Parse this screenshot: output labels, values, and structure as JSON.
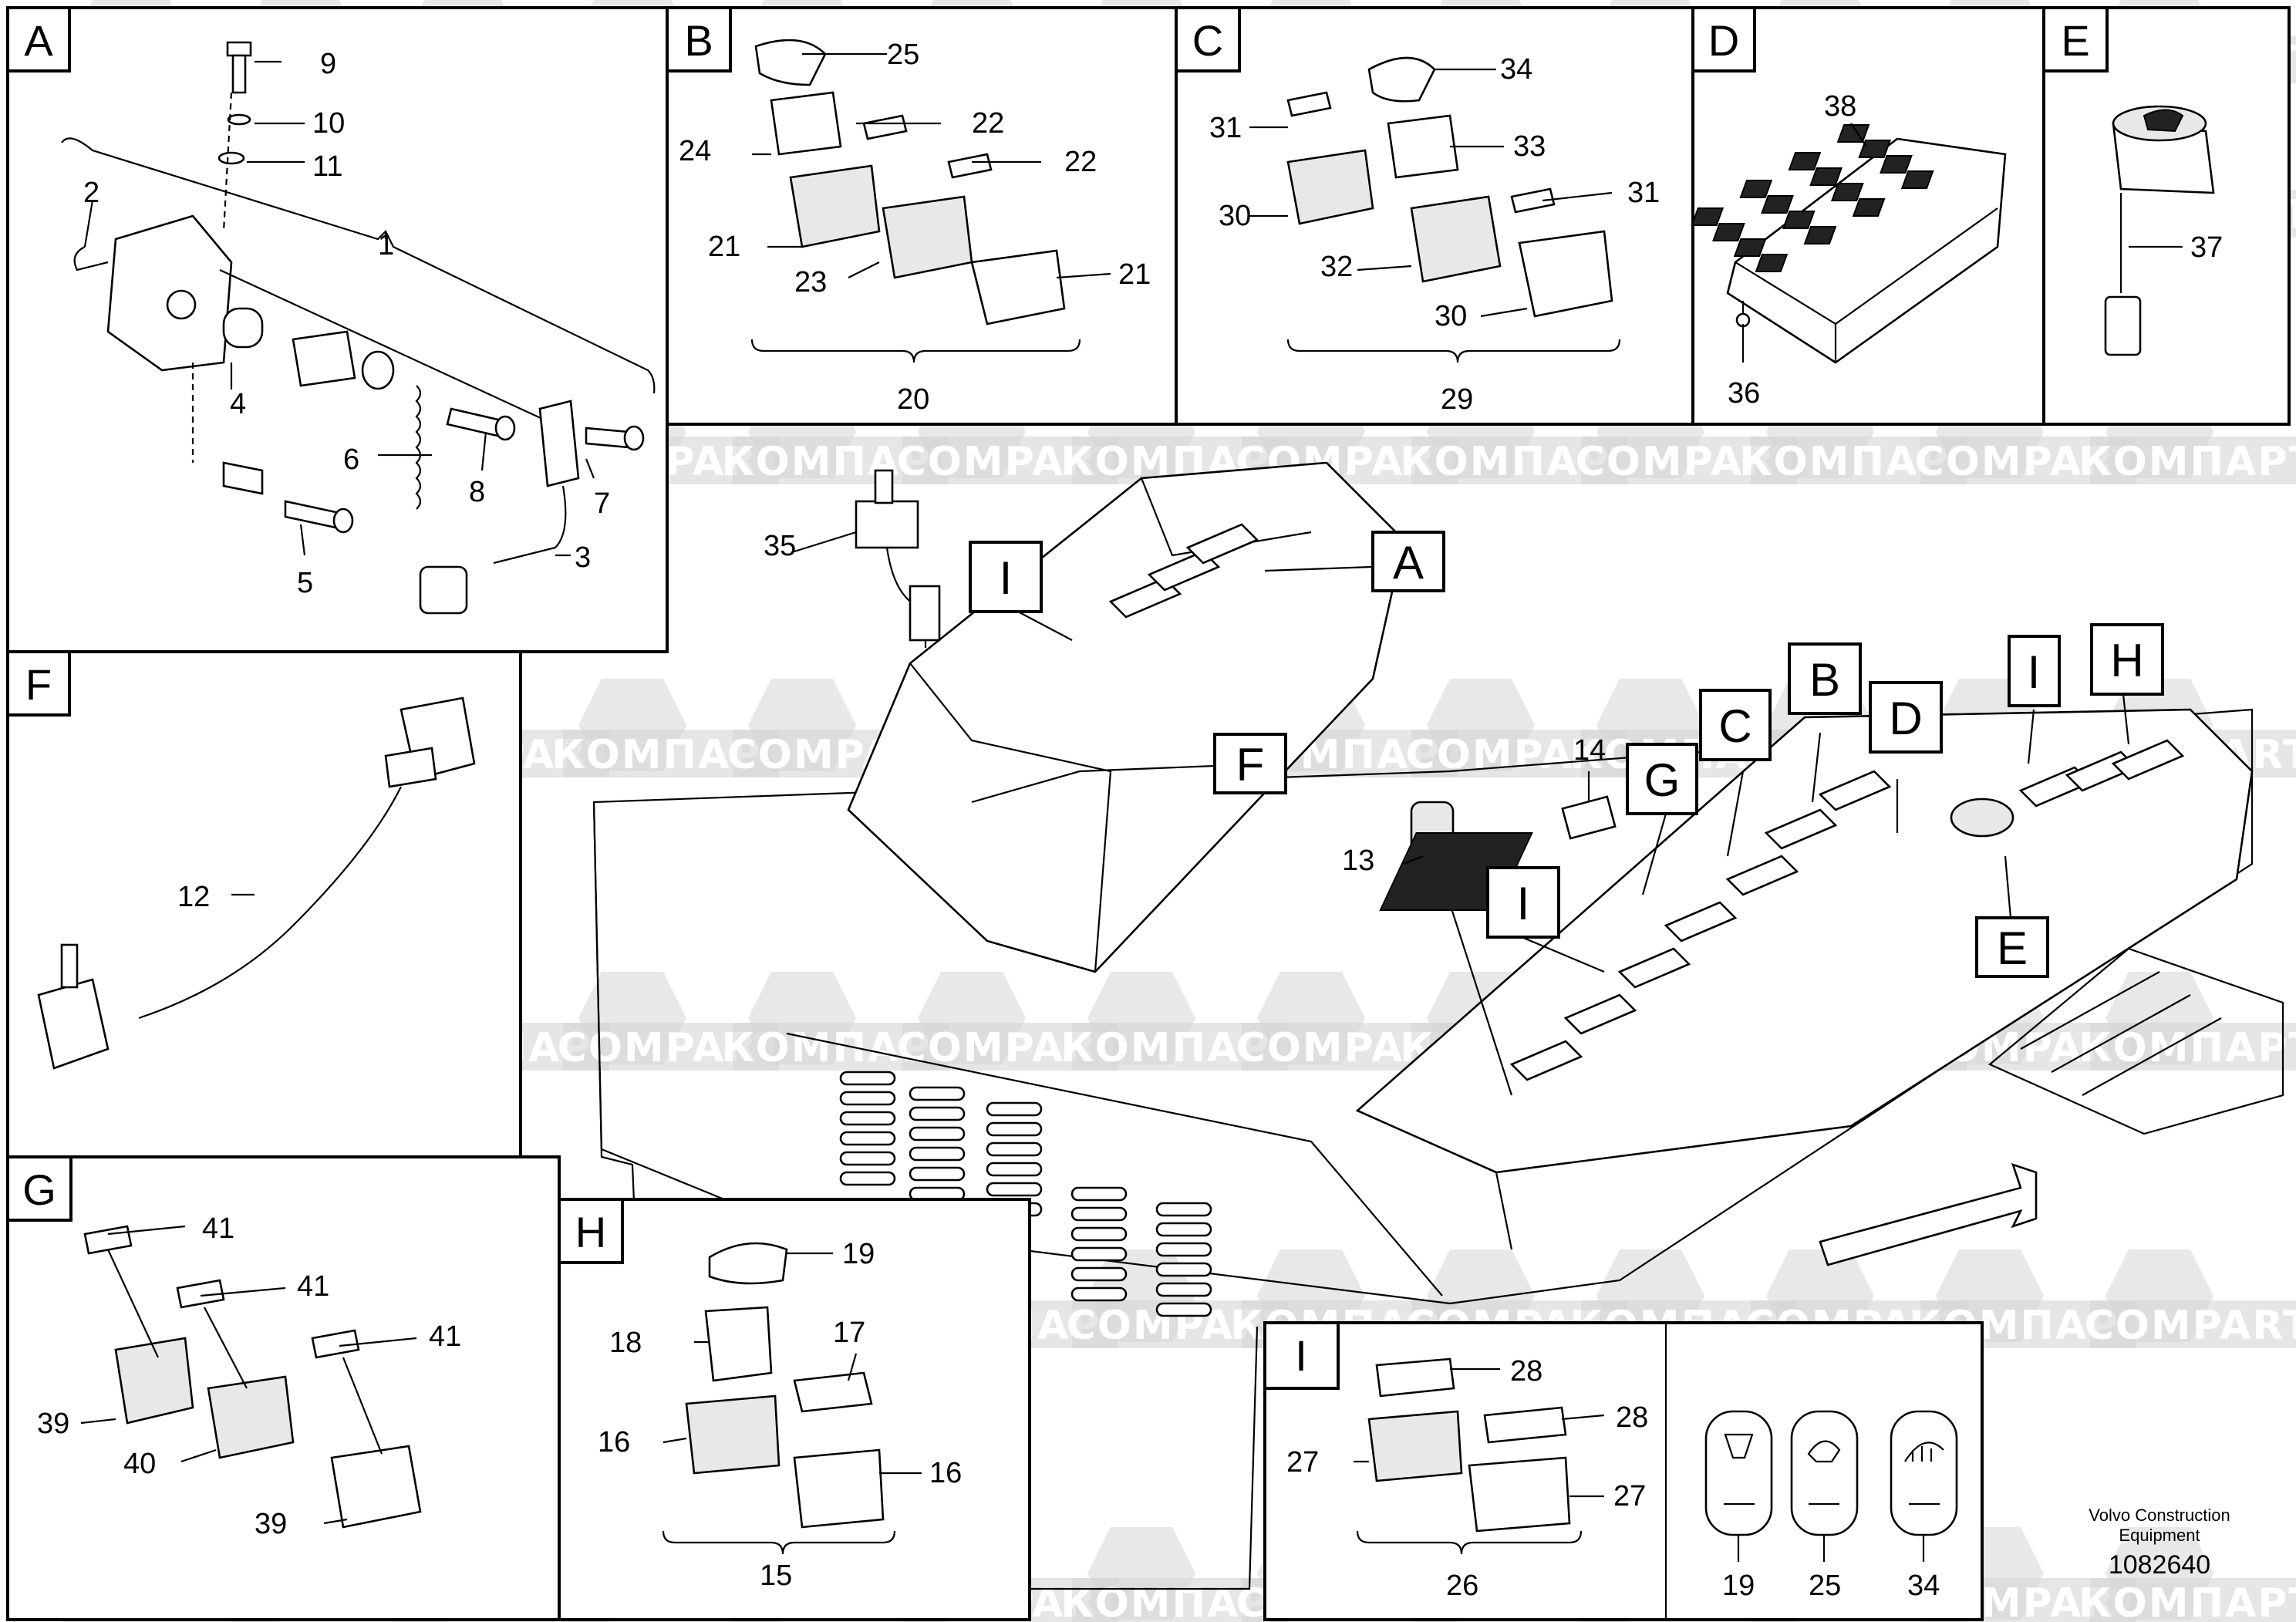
{
  "watermarks": [
    "КОМПАРТ",
    "COMPART"
  ],
  "panels": {
    "A": {
      "letter": "A",
      "labels": [
        "1",
        "2",
        "3",
        "4",
        "5",
        "6",
        "7",
        "8",
        "9",
        "10",
        "11"
      ]
    },
    "B": {
      "letter": "B",
      "labels": [
        "25",
        "24",
        "22",
        "22",
        "21",
        "23",
        "21",
        "20"
      ]
    },
    "C": {
      "letter": "C",
      "labels": [
        "34",
        "31",
        "33",
        "30",
        "31",
        "32",
        "30",
        "29"
      ]
    },
    "D": {
      "letter": "D",
      "labels": [
        "38",
        "36"
      ]
    },
    "E": {
      "letter": "E",
      "labels": [
        "37"
      ]
    },
    "F": {
      "letter": "F",
      "labels": [
        "12"
      ]
    },
    "G": {
      "letter": "G",
      "labels": [
        "41",
        "41",
        "41",
        "39",
        "40",
        "39"
      ]
    },
    "H": {
      "letter": "H",
      "labels": [
        "19",
        "18",
        "17",
        "16",
        "16",
        "15"
      ]
    },
    "I": {
      "letter": "I",
      "labels": [
        "28",
        "28",
        "27",
        "27",
        "26"
      ],
      "switch_labels": [
        "19",
        "25",
        "34"
      ]
    }
  },
  "main_labels": {
    "part35": "35",
    "part14": "14",
    "part13": "13"
  },
  "callouts": [
    "A",
    "F",
    "I",
    "I",
    "I",
    "G",
    "C",
    "B",
    "D",
    "I",
    "H",
    "E"
  ],
  "footer": {
    "company_line1": "Volvo Construction",
    "company_line2": "Equipment",
    "drawing_number": "1082640"
  }
}
